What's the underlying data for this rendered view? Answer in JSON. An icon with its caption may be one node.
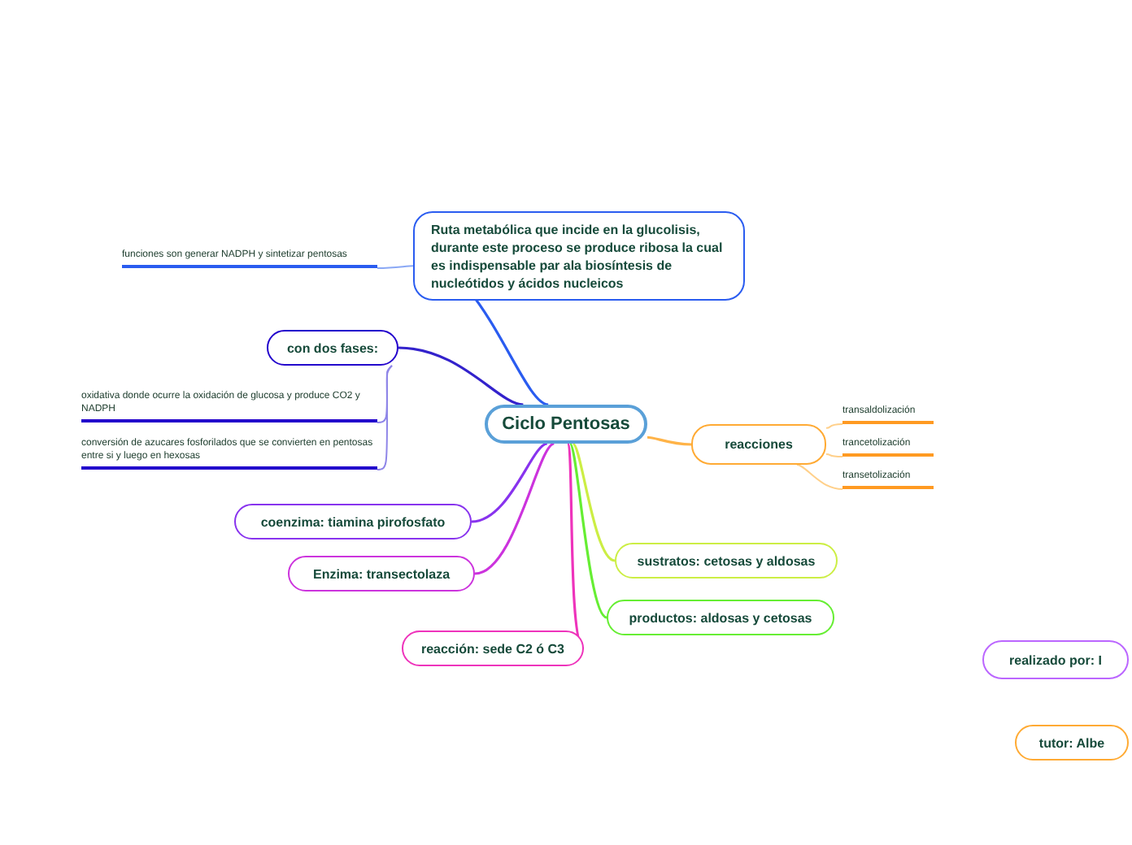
{
  "diagram": {
    "nodes": [
      {
        "text": [
          "Ciclo Pentosas"
        ]
      },
      {
        "text": [
          "Ruta metabólica que incide en la glucolisis, durante este proceso se produce ribosa la cual es indispensable par ala biosíntesis de nucleótidos y ácidos nucleicos"
        ]
      },
      {
        "text": [
          "funciones son generar NADPH y sintetizar pentosas"
        ]
      },
      {
        "text": [
          "con dos fases:"
        ]
      },
      {
        "text": [
          "oxidativa donde ocurre la oxidación de glucosa y produce CO2 y NADPH"
        ]
      },
      {
        "text": [
          "conversión de azucares fosforilados que se convierten en pentosas entre si y luego en hexosas"
        ]
      },
      {
        "text": [
          "reacciones"
        ]
      },
      {
        "text": [
          "transaldolización"
        ]
      },
      {
        "text": [
          "trancetolización"
        ]
      },
      {
        "text": [
          "transetolización"
        ]
      },
      {
        "text": [
          "coenzima: tiamina pirofosfato"
        ]
      },
      {
        "text": [
          "Enzima: transectolaza"
        ]
      },
      {
        "text": [
          "sustratos: cetosas y aldosas"
        ]
      },
      {
        "text": [
          "productos: aldosas y cetosas"
        ]
      },
      {
        "text": [
          "reacción: sede C2 ó C3"
        ]
      },
      {
        "text": [
          "realizado por: I"
        ]
      },
      {
        "text": [
          "tutor: Albe"
        ]
      }
    ],
    "edges": [
      {
        "from": 0,
        "to": 1,
        "arrow": "none",
        "color": "#2a5cf0"
      },
      {
        "from": 1,
        "to": 2,
        "arrow": "none",
        "color": "#8aa8f5"
      },
      {
        "from": 0,
        "to": 3,
        "arrow": "none",
        "color": "#3322cc"
      },
      {
        "from": 3,
        "to": 4,
        "arrow": "none",
        "color": "#8f86e8"
      },
      {
        "from": 3,
        "to": 5,
        "arrow": "none",
        "color": "#8f86e8"
      },
      {
        "from": 0,
        "to": 6,
        "arrow": "none",
        "color": "#ffb347"
      },
      {
        "from": 6,
        "to": 7,
        "arrow": "none",
        "color": "#ffd08a"
      },
      {
        "from": 6,
        "to": 8,
        "arrow": "none",
        "color": "#ffd08a"
      },
      {
        "from": 6,
        "to": 9,
        "arrow": "none",
        "color": "#ffd08a"
      },
      {
        "from": 0,
        "to": 10,
        "arrow": "none",
        "color": "#8833ee"
      },
      {
        "from": 0,
        "to": 11,
        "arrow": "none",
        "color": "#cc33dd"
      },
      {
        "from": 0,
        "to": 12,
        "arrow": "none",
        "color": "#ccee44"
      },
      {
        "from": 0,
        "to": 13,
        "arrow": "none",
        "color": "#66ee33"
      },
      {
        "from": 0,
        "to": 14,
        "arrow": "none",
        "color": "#ee33bb"
      }
    ]
  }
}
